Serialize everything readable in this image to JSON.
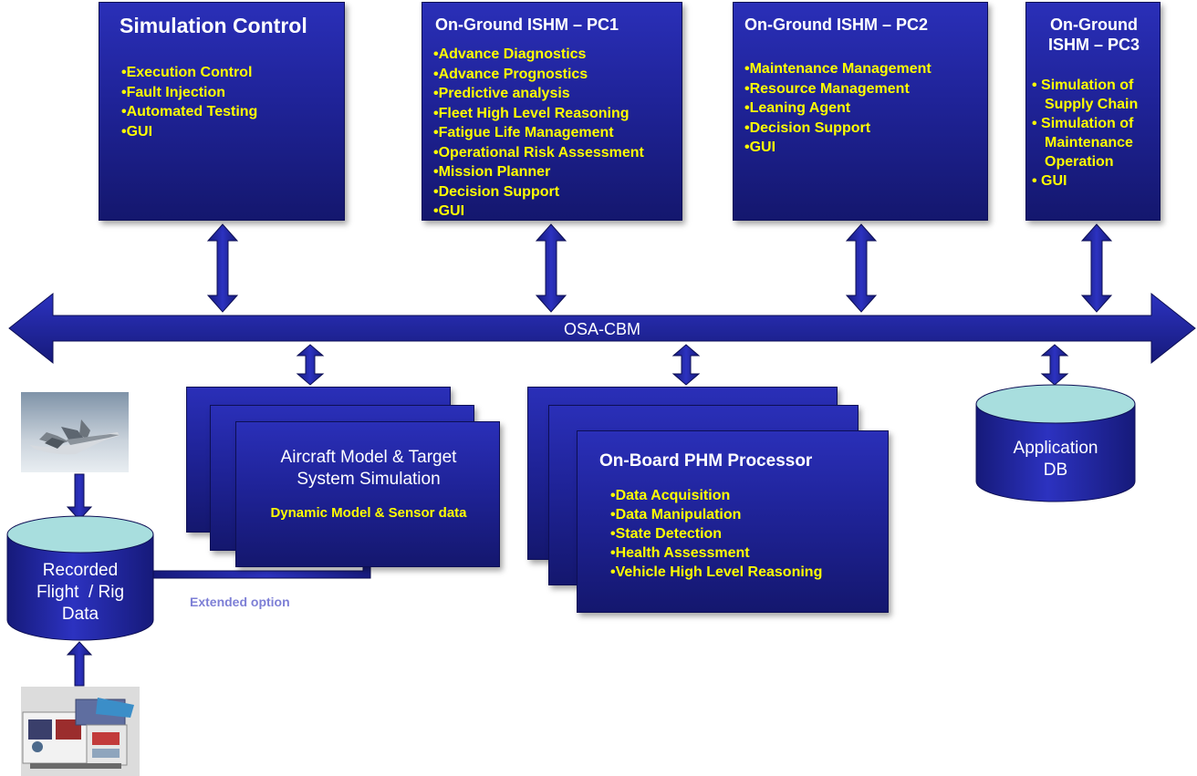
{
  "boxes": {
    "simulation_control": {
      "title": "Simulation Control",
      "items": [
        "•Execution Control",
        "•Fault Injection",
        "•Automated Testing",
        "•GUI"
      ]
    },
    "pc1": {
      "title": "On-Ground ISHM – PC1",
      "items": [
        "•Advance Diagnostics",
        "•Advance Prognostics",
        "•Predictive analysis",
        "•Fleet High Level Reasoning",
        "•Fatigue Life Management",
        "•Operational Risk Assessment",
        "•Mission Planner",
        "•Decision Support",
        "•GUI"
      ]
    },
    "pc2": {
      "title": "On-Ground ISHM – PC2",
      "items": [
        "•Maintenance Management",
        "•Resource Management",
        "•Leaning Agent",
        "•Decision Support",
        "•GUI"
      ]
    },
    "pc3": {
      "title_line1": "On-Ground",
      "title_line2": "ISHM – PC3",
      "items": [
        "• Simulation of",
        "Supply Chain",
        "• Simulation of",
        "Maintenance",
        "Operation",
        "• GUI"
      ]
    },
    "aircraft_model": {
      "title_line1": "Aircraft Model & Target",
      "title_line2": "System Simulation",
      "subtitle": "Dynamic Model & Sensor data"
    },
    "phm": {
      "title": "On-Board PHM Processor",
      "items": [
        "•Data Acquisition",
        "•Data Manipulation",
        "•State Detection",
        "•Health Assessment",
        "•Vehicle High Level Reasoning"
      ]
    }
  },
  "bus": {
    "label": "OSA-CBM"
  },
  "app_db": {
    "line1": "Application",
    "line2": "DB"
  },
  "recorded_db": {
    "line1": "Recorded",
    "line2": "Flight  / Rig",
    "line3": "Data"
  },
  "extended_option": "Extended option",
  "colors": {
    "box": "#1f2398",
    "item_text": "#ffff00",
    "cylinder_top": "#a8dede",
    "extended": "#7d7fd6"
  }
}
